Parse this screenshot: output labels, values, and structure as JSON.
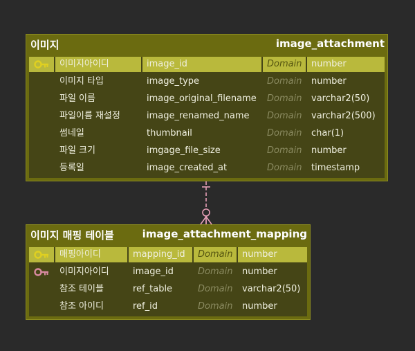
{
  "colors": {
    "background": "#2a2a2a",
    "entity_header": "#6b6b10",
    "entity_body": "#454516",
    "primary_key_row": "#b9b93c",
    "relationship": "#e8a0b8",
    "primary_key_icon": "#e0d020",
    "foreign_key_icon": "#d88aa0"
  },
  "entities": [
    {
      "logical_name": "이미지",
      "physical_name": "image_attachment",
      "attributes": [
        {
          "logical": "이미지아이디",
          "physical": "image_id",
          "domain": "Domain",
          "type": "number",
          "key": "primary-key-icon"
        },
        {
          "logical": "이미지 타입",
          "physical": "image_type",
          "domain": "Domain",
          "type": "number",
          "key": ""
        },
        {
          "logical": "파일 이름",
          "physical": "image_original_filename",
          "domain": "Domain",
          "type": "varchar2(50)",
          "key": ""
        },
        {
          "logical": "파일이름 재설정",
          "physical": "image_renamed_name",
          "domain": "Domain",
          "type": "varchar2(500)",
          "key": ""
        },
        {
          "logical": "썸네일",
          "physical": "thumbnail",
          "domain": "Domain",
          "type": "char(1)",
          "key": ""
        },
        {
          "logical": "파일 크기",
          "physical": "imgage_file_size",
          "domain": "Domain",
          "type": "number",
          "key": ""
        },
        {
          "logical": "등록일",
          "physical": "image_created_at",
          "domain": "Domain",
          "type": "timestamp",
          "key": ""
        }
      ]
    },
    {
      "logical_name": "이미지 매핑 테이블",
      "physical_name": "image_attachment_mapping",
      "attributes": [
        {
          "logical": "매핑아이디",
          "physical": "mapping_id",
          "domain": "Domain",
          "type": "number",
          "key": "primary-key-icon"
        },
        {
          "logical": "이미지아이디",
          "physical": "image_id",
          "domain": "Domain",
          "type": "number",
          "key": "foreign-key-icon"
        },
        {
          "logical": "참조 테이블",
          "physical": "ref_table",
          "domain": "Domain",
          "type": "varchar2(50)",
          "key": ""
        },
        {
          "logical": "참조 아이디",
          "physical": "ref_id",
          "domain": "Domain",
          "type": "number",
          "key": ""
        }
      ]
    }
  ],
  "relationship": {
    "from": "image_attachment",
    "to": "image_attachment_mapping",
    "from_cardinality": "one",
    "to_cardinality": "zero-or-many"
  }
}
